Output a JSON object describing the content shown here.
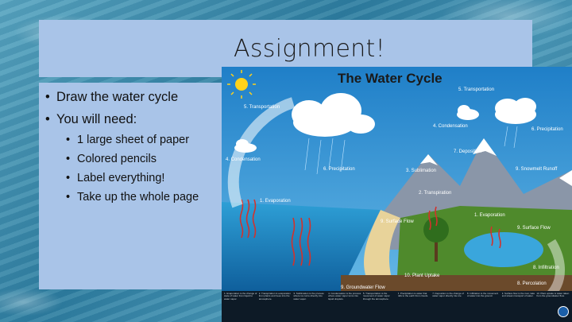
{
  "slide": {
    "title": "Assignment!",
    "bullets": [
      {
        "text": "Draw the water cycle"
      },
      {
        "text": "You will need:",
        "sub": [
          "1 large sheet of paper",
          "Colored pencils",
          "Label everything!",
          "Take up the whole page"
        ]
      }
    ]
  },
  "diagram": {
    "title": "The Water Cycle",
    "labels": {
      "transportation_left": "5. Transportation",
      "transportation_right": "5. Transportation",
      "condensation_left": "4. Condensation",
      "condensation_right": "4. Condensation",
      "precipitation_left": "6. Precipitation",
      "precipitation_right": "6. Precipitation",
      "deposition": "7. Deposition",
      "snowmelt": "9. Snowmelt Runoff",
      "sublimation": "3. Sublimation",
      "evaporation_left": "1. Evaporation",
      "evaporation_right": "1. Evaporation",
      "transpiration": "2. Transpiration",
      "surface_flow_left": "9. Surface Flow",
      "surface_flow_right": "9. Surface Flow",
      "infiltration": "8. Infiltration",
      "percolation": "8. Percolation",
      "plant_uptake": "10. Plant Uptake",
      "groundwater": "9. Groundwater Flow"
    },
    "footer": [
      "1. Evaporation is the change of state of water from liquid to water vapor.",
      "2. Transpiration is evaporation from plants and trees into the atmosphere.",
      "3. Sublimation is the process where ice turns directly into water vapor.",
      "4. Condensation is the process where water vapor turns into liquid droplets.",
      "5. Transportation is the movement of water vapor through the atmosphere.",
      "6. Precipitation is water that falls to the earth from clouds.",
      "7. Deposition is the change of water vapor directly into ice.",
      "8. Infiltration is the movement of water into the ground.",
      "9. Surface flow is the river, lake and stream transport of water.",
      "10. Plant uptake is water taken from the groundwater flow."
    ]
  },
  "colors": {
    "panel": "#a9c4e8",
    "arrow_red": "#d2322c",
    "sky": "#2a8fd0"
  }
}
